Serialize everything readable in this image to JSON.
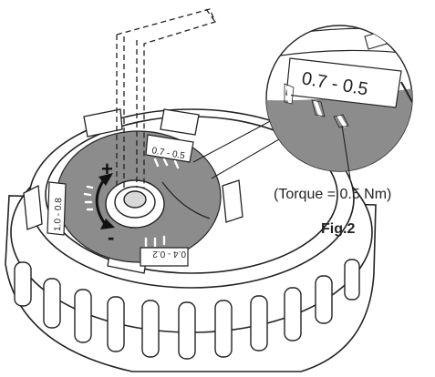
{
  "diagram": {
    "scale_labels": {
      "top": "0.7 - 0.5",
      "left": "1.0 - 0.8",
      "bottom": "0.4 - 0.2",
      "callout": "0.7 - 0.5"
    },
    "direction_marks": {
      "plus": "+",
      "minus": "-"
    },
    "caption": {
      "torque": "(Torque = 0.5 Nm)",
      "figure": "Fig.2"
    }
  },
  "colors": {
    "ring_fill": "#8c8c8c",
    "line": "#222222",
    "paper": "#ffffff"
  }
}
